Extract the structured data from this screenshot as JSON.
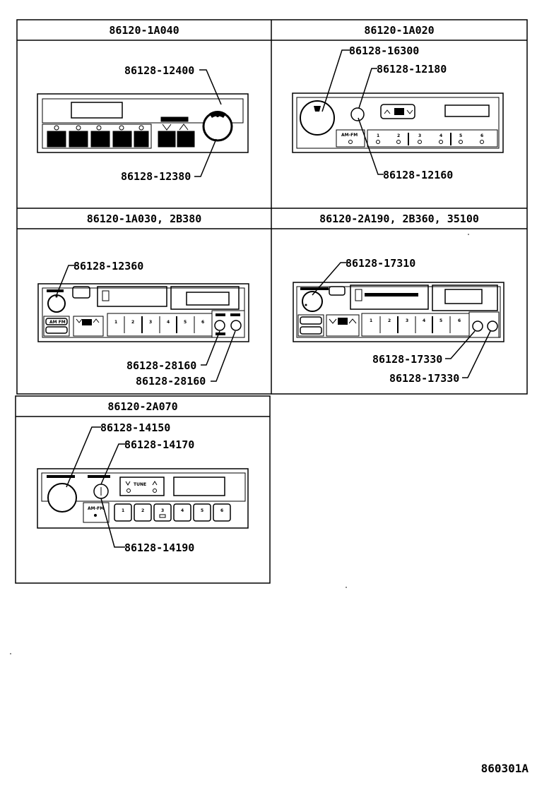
{
  "panels": [
    {
      "model": "86120-1A040",
      "parts": [
        "86128-12400",
        "86128-12380"
      ]
    },
    {
      "model": "86120-1A020",
      "parts": [
        "86128-16300",
        "86128-12180",
        "86128-12160"
      ],
      "face_labels": {
        "amfm": "AM-FM",
        "presets": [
          "1",
          "2",
          "3",
          "4",
          "5",
          "6"
        ]
      }
    },
    {
      "model": "86120-1A030, 2B380",
      "parts": [
        "86128-12360",
        "86128-28160",
        "86128-28160"
      ],
      "face_labels": {
        "amfm": "AM FM",
        "presets": [
          "1",
          "2",
          "3",
          "4",
          "5",
          "6"
        ]
      }
    },
    {
      "model": "86120-2A190, 2B360, 35100",
      "parts": [
        "86128-17310",
        "86128-17330",
        "86128-17330"
      ],
      "face_labels": {
        "presets": [
          "1",
          "2",
          "3",
          "4",
          "5",
          "6"
        ]
      }
    },
    {
      "model": "86120-2A070",
      "parts": [
        "86128-14150",
        "86128-14170",
        "86128-14190"
      ],
      "face_labels": {
        "tune": "TUNE",
        "amfm": "AM-FM",
        "presets": [
          "1",
          "2",
          "3",
          "4",
          "5",
          "6"
        ]
      }
    }
  ],
  "reference_code": "860301A"
}
